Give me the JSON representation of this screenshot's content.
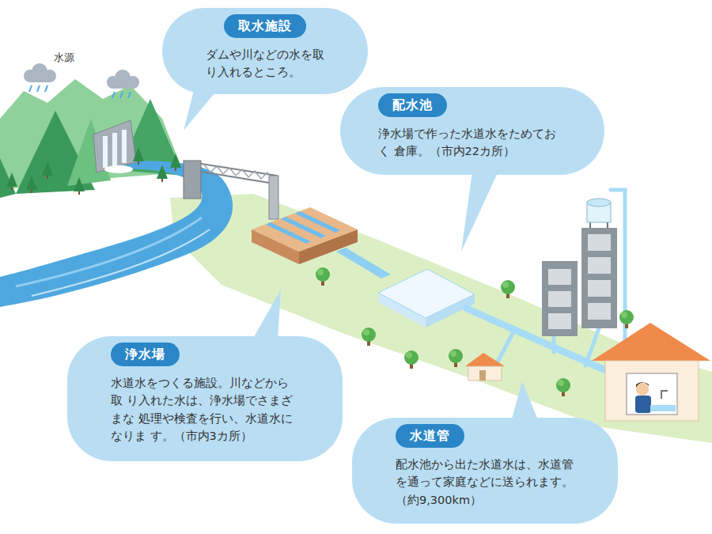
{
  "diagram": {
    "nodes": [
      {
        "text": [
          "取水施設",
          "ダムや川などの水を取 り入れるところ。"
        ]
      },
      {
        "text": [
          "配水池",
          "浄水場で作った水道水をためておく 倉庫。（市内22カ所）"
        ]
      },
      {
        "text": [
          "浄水場",
          "水道水をつくる施設。川などから取 り入れた水は、浄水場でさまざまな 処理や検査を行い、水道水になりま す。（市内3カ所）"
        ]
      },
      {
        "text": [
          "水道管",
          "配水池から出た水道水は、水道管 を通って家庭などに送られます。 （約9,300km）"
        ]
      }
    ],
    "labels": [
      "水源"
    ]
  }
}
